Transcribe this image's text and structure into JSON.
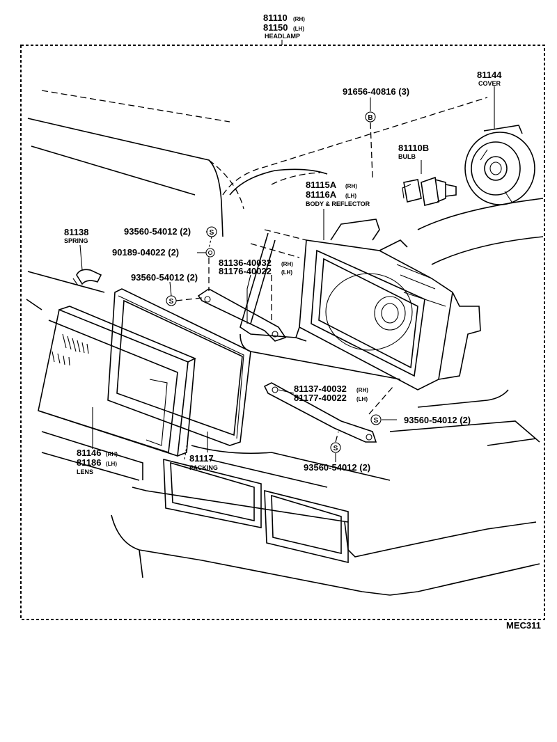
{
  "headlamp": {
    "part1": "81110",
    "suffix1": "(RH)",
    "part2": "81150",
    "suffix2": "(LH)",
    "name": "HEADLAMP"
  },
  "cover": {
    "part": "81144",
    "name": "COVER"
  },
  "screw_top": {
    "text": "91656-40816 (3)",
    "mark": "B"
  },
  "bulb": {
    "part": "81110B",
    "name": "BULB"
  },
  "body_reflector": {
    "part1": "81115A",
    "suffix1": "(RH)",
    "part2": "81116A",
    "suffix2": "(LH)",
    "name": "BODY & REFLECTOR"
  },
  "spring": {
    "part": "81138",
    "name": "SPRING"
  },
  "screw_a": {
    "text": "93560-54012 (2)",
    "mark": "S"
  },
  "nut": {
    "text": "90189-04022 (2)"
  },
  "bracket_upper": {
    "part1": "81136-40032",
    "suffix1": "(RH)",
    "part2": "81176-40022",
    "suffix2": "(LH)"
  },
  "screw_b": {
    "text": "93560-54012 (2)",
    "mark": "S"
  },
  "bracket_lower": {
    "part1": "81137-40032",
    "suffix1": "(RH)",
    "part2": "81177-40022",
    "suffix2": "(LH)"
  },
  "screw_c": {
    "text": "93560-54012 (2)",
    "mark": "S"
  },
  "screw_d": {
    "text": "93560-54012 (2)",
    "mark": "S"
  },
  "lens": {
    "part1": "81146",
    "suffix1": "(RH)",
    "part2": "81186",
    "suffix2": "(LH)",
    "name": "LENS"
  },
  "packing": {
    "part": "81117",
    "name": "PACKING"
  },
  "drawing_code": "MEC311"
}
